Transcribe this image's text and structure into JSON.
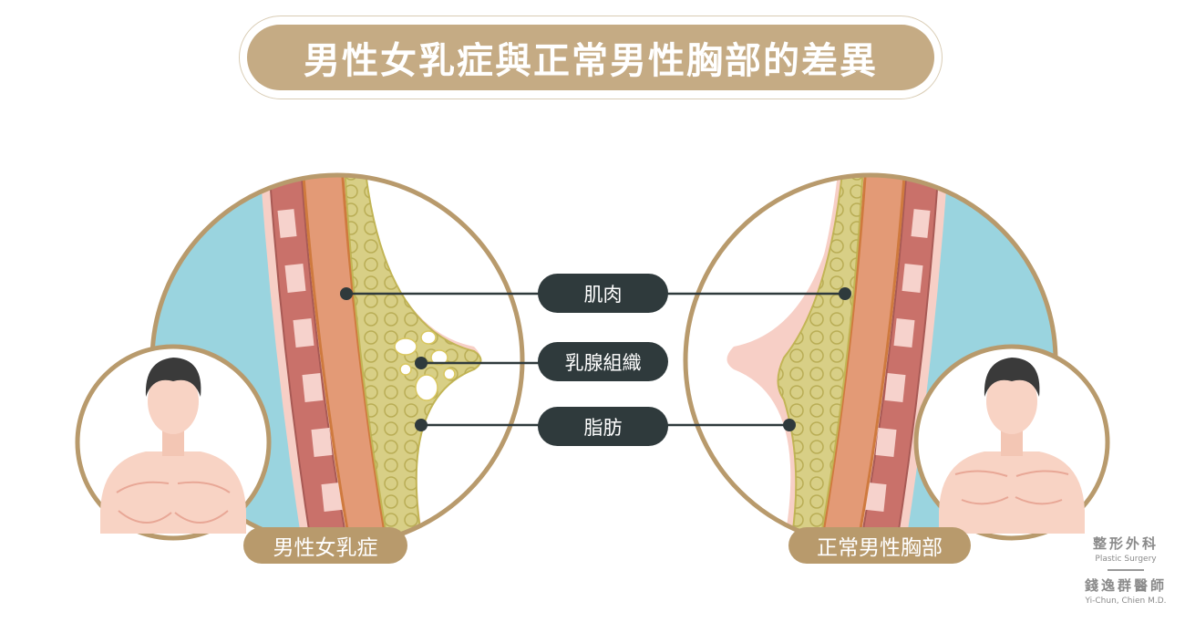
{
  "title": "男性女乳症與正常男性胸部的差異",
  "labels": {
    "muscle": "肌肉",
    "gland": "乳腺組織",
    "fat": "脂肪"
  },
  "captions": {
    "left": "男性女乳症",
    "right": "正常男性胸部"
  },
  "logo": {
    "dept": "整形外科",
    "dept_en": "Plastic Surgery",
    "doctor": "錢逸群醫師",
    "doctor_en": "Yi-Chun, Chien M.D."
  },
  "colors": {
    "gold": "#c5ab84",
    "dark": "#2f3a3c",
    "blue": "#9ad4df",
    "muscle_red": "#c9716a",
    "muscle_orange": "#d98a4e",
    "fat_yellow": "#d8cf86"
  }
}
